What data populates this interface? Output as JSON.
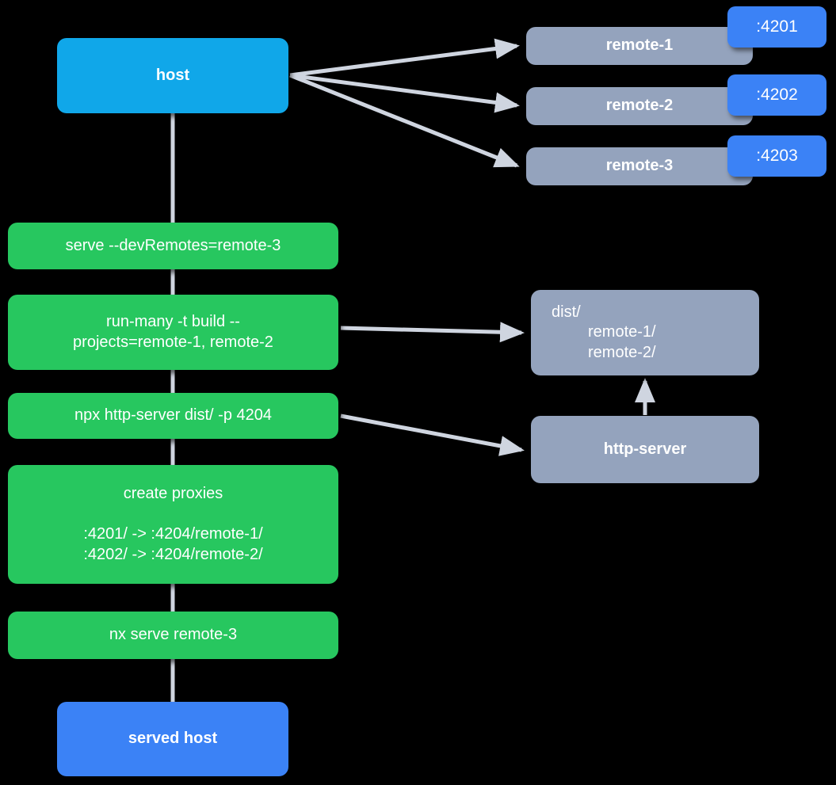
{
  "diagram": {
    "type": "flow-diagram",
    "background": "#000000",
    "colors": {
      "host": "#10a7e9",
      "served_host": "#3b82f6",
      "remote": "#94a3bd",
      "command": "#27c75f",
      "badge": "#3b82f6",
      "edge": "#cfd5e0",
      "text": "#ffffff"
    },
    "nodes": {
      "host": {
        "label": "host"
      },
      "served_host": {
        "label": "served host"
      },
      "remotes": [
        {
          "label": "remote-1",
          "port": ":4201"
        },
        {
          "label": "remote-2",
          "port": ":4202"
        },
        {
          "label": "remote-3",
          "port": ":4203"
        }
      ],
      "dist": {
        "line1": "dist/",
        "line2": "remote-1/",
        "line3": "remote-2/"
      },
      "http_server": {
        "label": "http-server"
      },
      "commands": [
        {
          "id": "serve-devremotes",
          "line1": "serve --devRemotes=remote-3"
        },
        {
          "id": "run-many-build",
          "line1": "run-many -t build --",
          "line2": "projects=remote-1, remote-2"
        },
        {
          "id": "npx-http-server",
          "line1": "npx http-server dist/ -p 4204"
        },
        {
          "id": "create-proxies",
          "line1": "create proxies",
          "line2": ":4201/ -> :4204/remote-1/",
          "line3": ":4202/ -> :4204/remote-2/"
        },
        {
          "id": "nx-serve-remote3",
          "line1": "nx serve remote-3"
        }
      ]
    }
  }
}
